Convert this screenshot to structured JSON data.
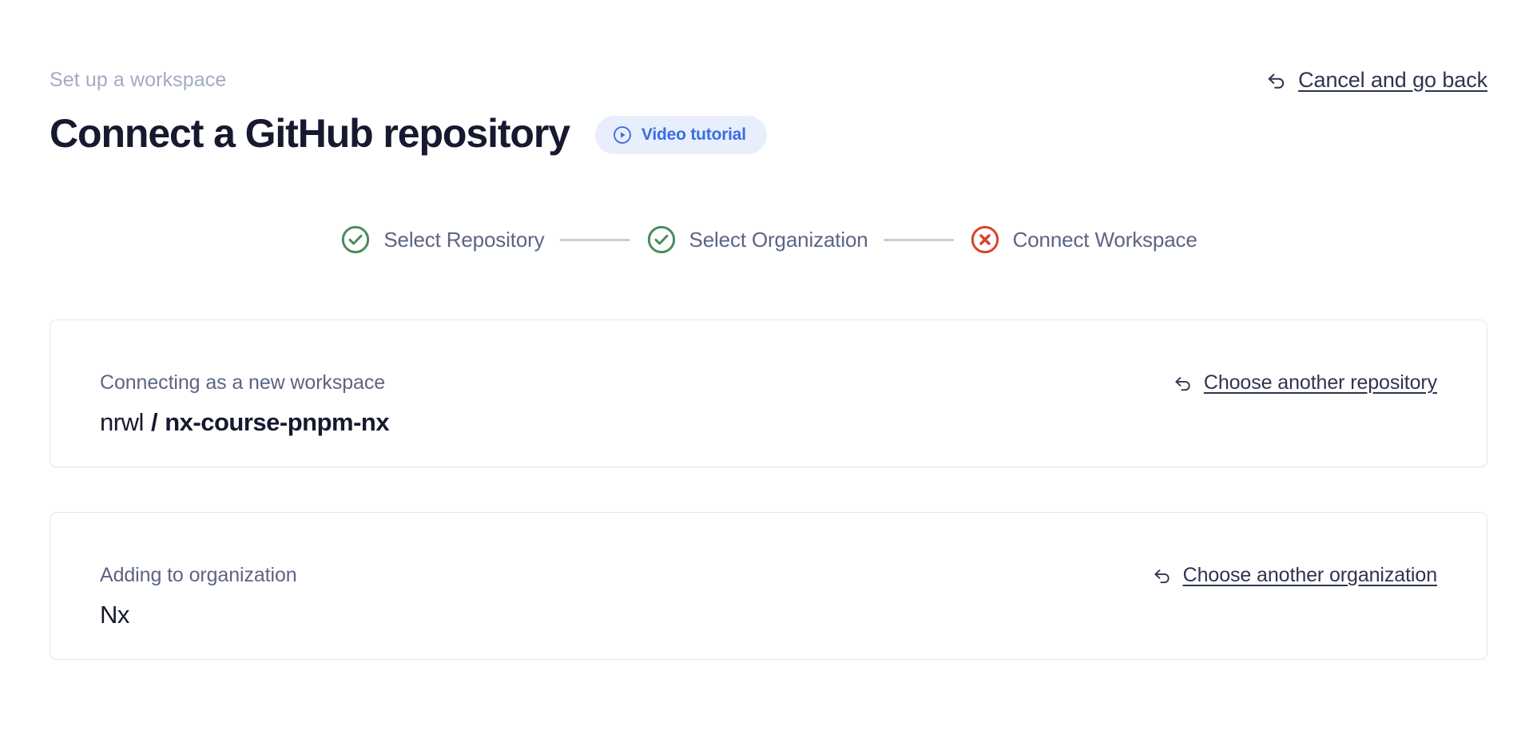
{
  "header": {
    "breadcrumb": "Set up a workspace",
    "title": "Connect a GitHub repository",
    "video_badge": {
      "label": "Video tutorial",
      "icon": "play-circle-icon",
      "bg_color": "#e9eefc",
      "text_color": "#3a6ee0"
    },
    "cancel": {
      "label": "Cancel and go back",
      "icon": "undo-arrow-icon"
    }
  },
  "stepper": {
    "connector_color": "#c6cbdd",
    "steps": [
      {
        "label": "Select Repository",
        "status": "complete",
        "icon": "check-circle-icon",
        "color": "#4a8c5c"
      },
      {
        "label": "Select Organization",
        "status": "complete",
        "icon": "check-circle-icon",
        "color": "#4a8c5c"
      },
      {
        "label": "Connect Workspace",
        "status": "error",
        "icon": "x-circle-icon",
        "color": "#d9432b"
      }
    ]
  },
  "cards": [
    {
      "label": "Connecting as a new workspace",
      "owner": "nrwl",
      "separator": "/",
      "name": "nx-course-pnpm-nx",
      "action": {
        "label": "Choose another repository",
        "icon": "undo-arrow-icon"
      }
    },
    {
      "label": "Adding to organization",
      "value": "Nx",
      "action": {
        "label": "Choose another organization",
        "icon": "undo-arrow-icon"
      }
    }
  ]
}
